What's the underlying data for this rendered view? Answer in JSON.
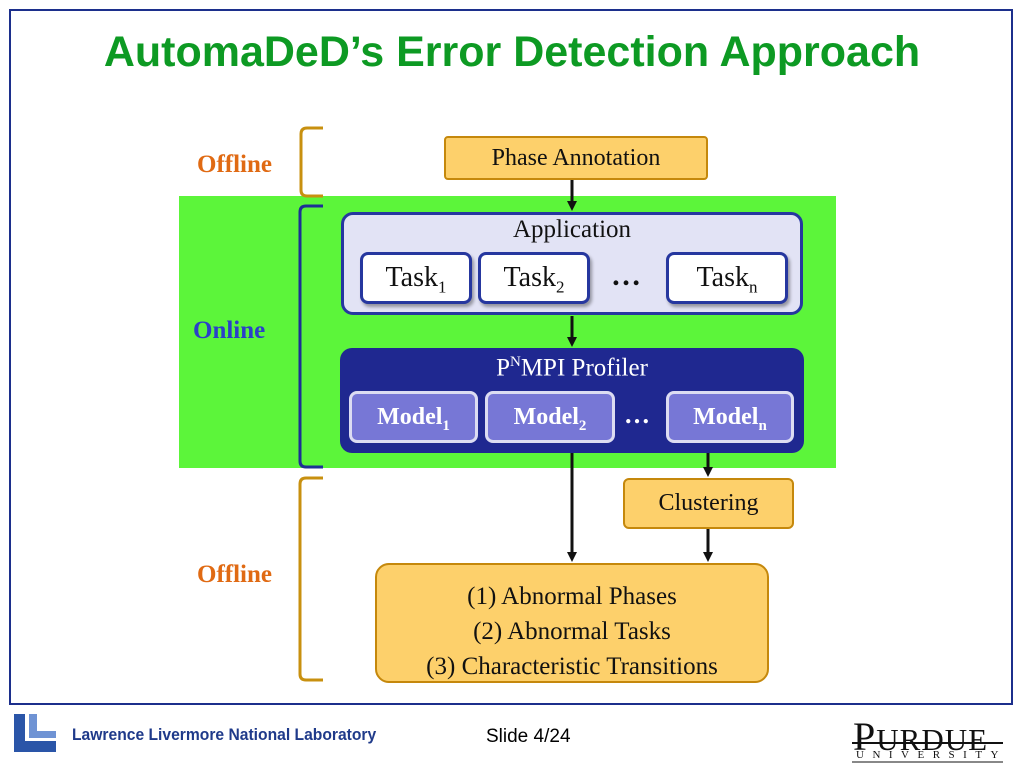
{
  "title": "AutomaDeD’s Error Detection Approach",
  "side_labels": {
    "offline_top": "Offline",
    "online": "Online",
    "offline_bottom": "Offline"
  },
  "phase_annotation": "Phase Annotation",
  "application": {
    "title": "Application",
    "task_word": "Task",
    "tasks": [
      {
        "subscript": "1"
      },
      {
        "subscript": "2"
      },
      {
        "subscript": "n"
      }
    ]
  },
  "ellipsis": "…",
  "profiler": {
    "title_prefix": "P",
    "title_superscript": "N",
    "title_suffix": "MPI Profiler",
    "model_word": "Model",
    "models": [
      {
        "subscript": "1"
      },
      {
        "subscript": "2"
      },
      {
        "subscript": "n"
      }
    ]
  },
  "clustering": "Clustering",
  "results": [
    "(1) Abnormal Phases",
    "(2) Abnormal Tasks",
    "(3) Characteristic Transitions"
  ],
  "footer": {
    "lab_name": "Lawrence Livermore National Laboratory",
    "slide_number": "Slide 4/24",
    "purdue_initial": "P",
    "purdue_rest": "URDUE",
    "university": "UNIVERSITY"
  },
  "colors": {
    "title": "#0d9a23",
    "offline_label": "#e06a13",
    "online_label": "#2b3fc9",
    "online_band": "#5cf53a",
    "orange_box": "#fdd06b",
    "profiler": "#1f2890",
    "model": "#7777d6"
  }
}
